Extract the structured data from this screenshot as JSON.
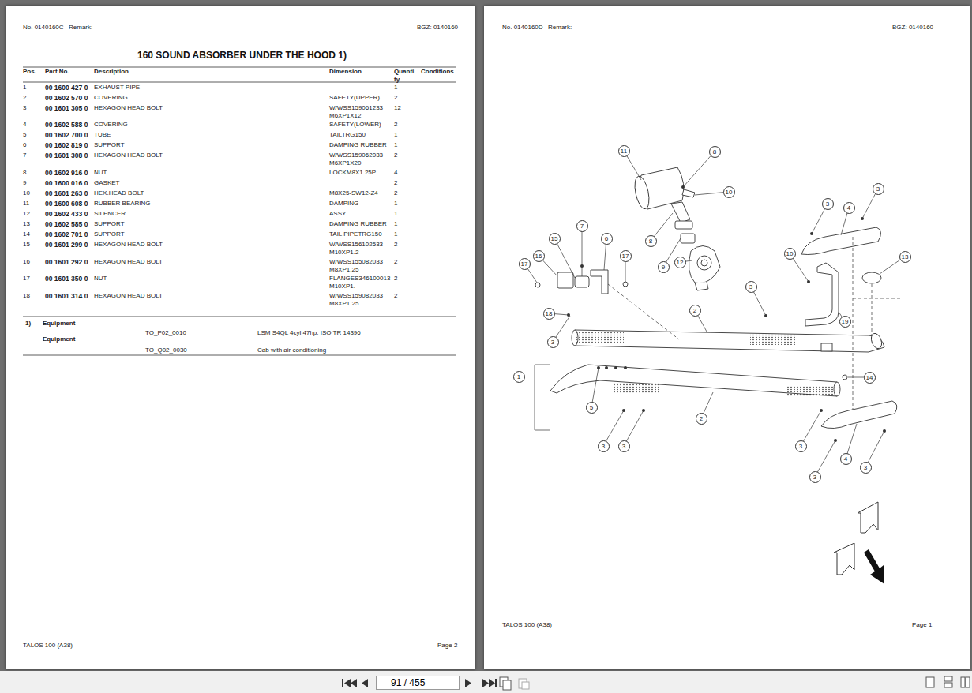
{
  "diagram": {
    "title": "160 SOUND ABSORBER UNDER THE HOOD  1)",
    "labels": [
      "No. 0140160C",
      "Remark:",
      "BGZ: 0140160",
      "Pos.",
      "Part No.",
      "Description",
      "Dimension",
      "Quanti ty",
      "Conditions",
      "1",
      "00 1600 427 0",
      "EXHAUST PIPE",
      "1",
      "2",
      "00 1602 570 0",
      "COVERING",
      "SAFETY(UPPER)",
      "2",
      "3",
      "00 1601 305 0",
      "HEXAGON HEAD BOLT",
      "W/WSS159061233 M6XP1X12",
      "12",
      "4",
      "00 1602 588 0",
      "COVERING",
      "SAFETY(LOWER)",
      "2",
      "5",
      "00 1602 700 0",
      "TUBE",
      "TAILTRG150",
      "1",
      "6",
      "00 1602 819 0",
      "SUPPORT",
      "DAMPING RUBBER",
      "1",
      "7",
      "00 1601 308 0",
      "HEXAGON HEAD BOLT",
      "W/WSS159062033 M6XP1X20",
      "2",
      "8",
      "00 1602 916 0",
      "NUT",
      "LOCKM8X1.25P",
      "4",
      "9",
      "00 1600 016 0",
      "GASKET",
      "2",
      "10",
      "00 1601 263 0",
      "HEX.HEAD BOLT",
      "M8X25-SW12-Z4",
      "2",
      "11",
      "00 1600 608 0",
      "RUBBER BEARING",
      "DAMPING",
      "1",
      "12",
      "00 1602 433 0",
      "SILENCER",
      "ASSY",
      "1",
      "13",
      "00 1602 585 0",
      "SUPPORT",
      "DAMPING RUBBER",
      "1",
      "14",
      "00 1602 701 0",
      "SUPPORT",
      "TAIL PIPETRG150",
      "1",
      "15",
      "00 1601 299 0",
      "HEXAGON HEAD BOLT",
      "W/WSS156102533 M10XP1.2",
      "2",
      "16",
      "00 1601 292 0",
      "HEXAGON HEAD BOLT",
      "W/WSS155082033 M8XP1.25",
      "2",
      "17",
      "00 1601 350 0",
      "NUT",
      "FLANGES346100013 M10XP1.",
      "2",
      "18",
      "00 1601 314 0",
      "HEXAGON HEAD BOLT",
      "W/WSS159082033 M8XP1.25",
      "2",
      "1)",
      "Equipment",
      "TO_P02_0010",
      "LSM S4QL 4cyl 47hp, ISO TR 14396",
      "Equipment",
      "TO_Q02_0030",
      "Cab with air conditioning",
      "TALOS 100 (A38)",
      "Page 2",
      "No. 0140160D",
      "Remark:",
      "BGZ: 0140160",
      "11",
      "8",
      "10",
      "7",
      "6",
      "15",
      "17",
      "16",
      "17",
      "8",
      "9",
      "12",
      "3",
      "4",
      "3",
      "13",
      "10",
      "3",
      "2",
      "19",
      "18",
      "3",
      "14",
      "1",
      "5",
      "2",
      "3",
      "3",
      "3",
      "4",
      "3",
      "3",
      "TALOS 100 (A38)",
      "Page 1",
      "91 / 455"
    ]
  }
}
